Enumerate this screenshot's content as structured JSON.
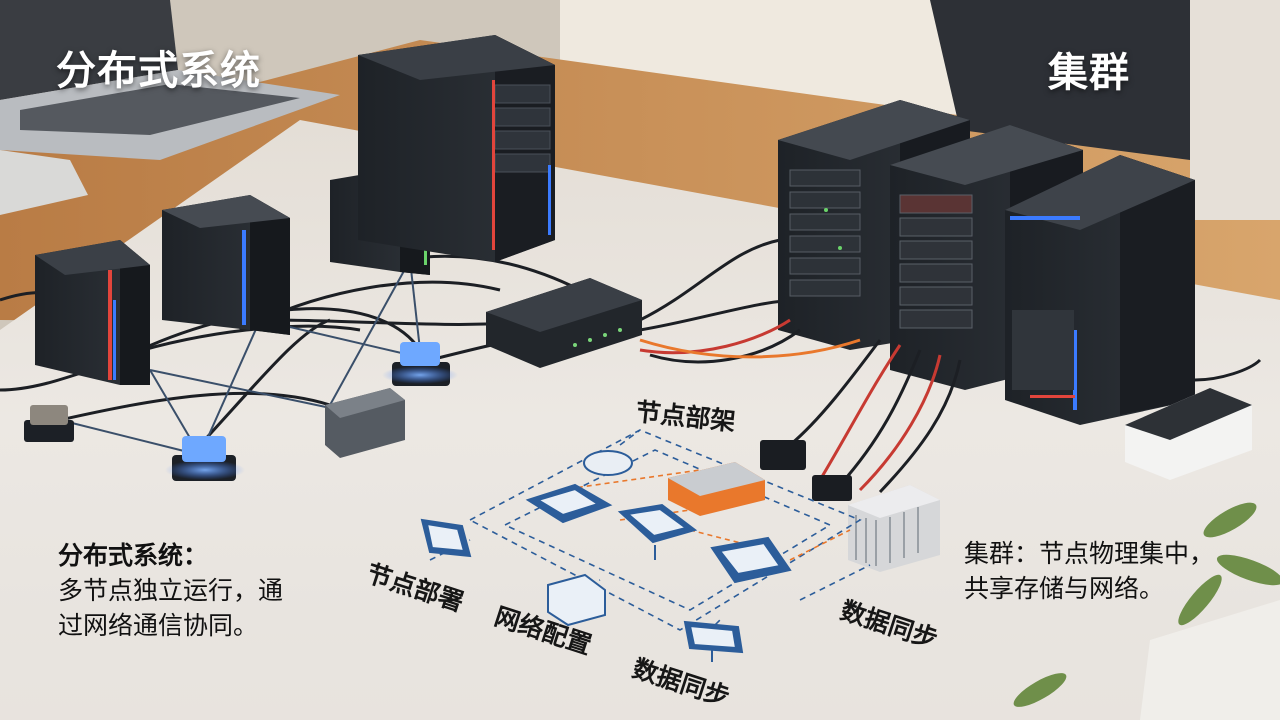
{
  "scene": {
    "title_left": "分布式系统",
    "title_right": "集群",
    "caption_left": {
      "heading": "分布式系统：",
      "line1": "多节点独立运行，通",
      "line2": "过网络通信协同。"
    },
    "caption_right": {
      "line1": "集群：节点物理集中，",
      "line2": "共享存储与网络。"
    },
    "diagram_labels": {
      "rack": "节点部架",
      "deploy": "节点部署",
      "network": "网络配置",
      "sync_bottom": "数据同步",
      "sync_right": "数据同步"
    }
  },
  "colors": {
    "table": "#ece8e2",
    "wood": "#c9925a",
    "server_dark": "#25292f",
    "led_blue": "#3b7bff",
    "led_red": "#e2453c",
    "diagram_blue": "#2c5d9a",
    "diagram_orange": "#e9782c"
  }
}
